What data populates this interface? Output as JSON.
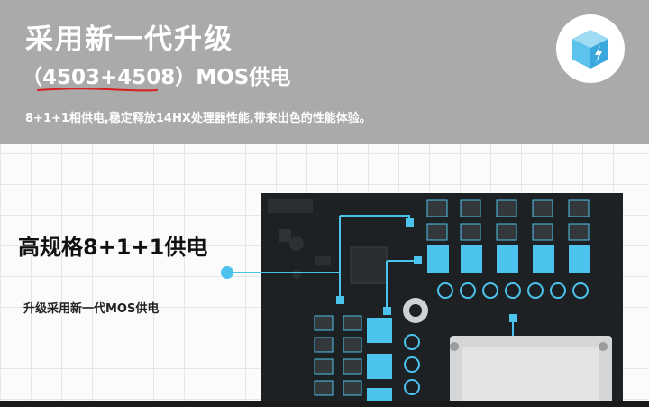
{
  "header": {
    "title": "采用新一代升级",
    "subtitle": "（4503+4508）MOS供电",
    "description": "8+1+1相供电,稳定释放14HX处理器性能,带来出色的性能体验。",
    "icon": "box-lightning-icon"
  },
  "feature": {
    "title": "高规格8+1+1供电",
    "description": "升级采用新一代MOS供电"
  },
  "colors": {
    "header_bg": "#aaaaaa",
    "accent_blue": "#4cc3ec",
    "underline_red": "#d61f1f",
    "board_bg": "#1e2124"
  }
}
